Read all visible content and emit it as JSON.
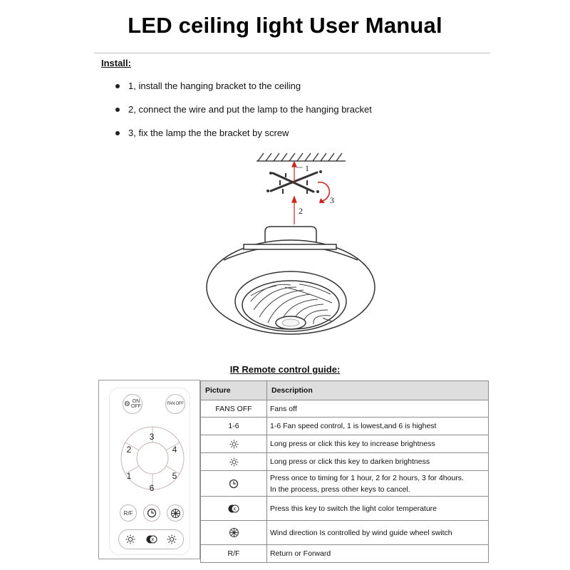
{
  "title": "LED ceiling light User Manual",
  "install": {
    "heading": "Install:",
    "steps": [
      "1, install the hanging bracket to the ceiling",
      "2, connect the wire and put the lamp to the hanging bracket",
      "3, fix the lamp the the bracket by screw"
    ],
    "diagram_labels": [
      "1",
      "2",
      "3"
    ]
  },
  "ir_guide": {
    "heading": "IR Remote control guide:",
    "remote": {
      "on_off_line1": "ON",
      "on_off_line2": "OFF",
      "fan_off": "FAN OFF",
      "speeds": [
        "1",
        "2",
        "3",
        "4",
        "5",
        "6"
      ],
      "rf": "R/F"
    },
    "table": {
      "headers": [
        "Picture",
        "Description"
      ],
      "rows": [
        {
          "picture": "FANS OFF",
          "description": "Fans off"
        },
        {
          "picture": "1-6",
          "description": "1-6 Fan speed control, 1 is lowest,and 6 is highest"
        },
        {
          "picture_icon": "sun-icon",
          "description": "Long press or click this key to increase brightness"
        },
        {
          "picture_icon": "sun-icon",
          "description": "Long press or click this key to darken brightness"
        },
        {
          "picture_icon": "clock-icon",
          "description": "Press once to timing for 1 hour, 2 for 2 hours, 3 for 4hours.",
          "description2": "In the process, press other keys to cancel."
        },
        {
          "picture_icon": "color-temp-icon",
          "description": "Press this key to switch the light color temperature"
        },
        {
          "picture_icon": "wind-direction-icon",
          "description": "Wind direction Is controlled by wind guide wheel switch"
        },
        {
          "picture": "R/F",
          "description": "Return or Forward"
        }
      ]
    }
  }
}
